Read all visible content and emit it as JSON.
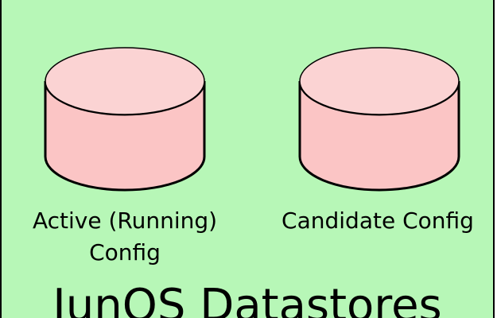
{
  "colors": {
    "background": "#b7f7b7",
    "cylinder_fill": "#fbc5c5",
    "cylinder_top": "#fbd3d3",
    "stroke": "#000000"
  },
  "datastores": [
    {
      "icon": "database-cylinder-icon",
      "label_line1": "Active (Running)",
      "label_line2": "Config"
    },
    {
      "icon": "database-cylinder-icon",
      "label_line1": "Candidate Config"
    }
  ],
  "title": "JunOS Datastores"
}
